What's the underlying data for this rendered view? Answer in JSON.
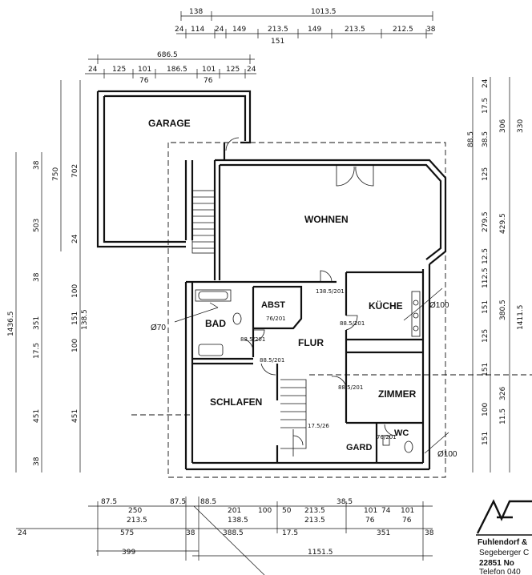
{
  "rooms": {
    "garage": "GARAGE",
    "wohnen": "WOHNEN",
    "abst": "ABST",
    "kueche": "KÜCHE",
    "bad": "BAD",
    "flur": "FLUR",
    "schlafen": "SCHLAFEN",
    "zimmer": "ZIMMER",
    "wc": "WC",
    "gard": "GARD"
  },
  "openings": {
    "bad_door": "88.5/201",
    "flur_door": "138.5/201",
    "kueche_door": "88.5/201",
    "schlafen_door": "88.5/201",
    "zimmer_door": "88.5/201",
    "abst_door": "76/201",
    "wc_door": "76/201",
    "stair_note": "17.5/26"
  },
  "diameters": {
    "left": "Ø70",
    "kueche": "Ø100",
    "gard": "Ø100"
  },
  "dimensions": {
    "top_row1": [
      "138",
      "1013.5"
    ],
    "top_row2": [
      "24",
      "114",
      "24",
      "149",
      "213.5",
      "149",
      "213.5",
      "212.5",
      "38"
    ],
    "top_row2_sub": "151",
    "garage_total": "686.5",
    "garage_parts": [
      "24",
      "125",
      "101",
      "186.5",
      "101",
      "125",
      "24"
    ],
    "garage_sub": [
      "76",
      "76"
    ],
    "left_outer": [
      "1436.5"
    ],
    "left_mid": [
      "750",
      "503"
    ],
    "left_garage": [
      "702",
      "24"
    ],
    "left_lower": [
      "351",
      "451"
    ],
    "left_small": [
      "38",
      "38",
      "100",
      "151",
      "138.5",
      "17.5",
      "100",
      "38"
    ],
    "right_outer": [
      "330",
      "306",
      "1411.5"
    ],
    "right_mid": [
      "429.5",
      "380.5",
      "326"
    ],
    "right_small": [
      "24",
      "17.5",
      "38.5",
      "88.5",
      "125",
      "279.5",
      "12.5",
      "112.5",
      "151",
      "125",
      "151",
      "100",
      "11.5",
      "151"
    ],
    "bottom_row1": [
      "87.5",
      "250",
      "87.5",
      "88.5",
      "201",
      "100",
      "50",
      "213.5",
      "38.5",
      "101",
      "74",
      "101"
    ],
    "bottom_row1_sub": [
      "213.5",
      "138.5",
      "213.5",
      "76",
      "76"
    ],
    "bottom_row2": [
      "24",
      "575",
      "38",
      "388.5",
      "17.5",
      "351",
      "38"
    ],
    "bottom_row3": [
      "399",
      "1151.5"
    ]
  },
  "company": {
    "name": "Fuhlendorf &",
    "street": "Segeberger C",
    "city": "22851 No",
    "phone": "Telefon 040"
  }
}
